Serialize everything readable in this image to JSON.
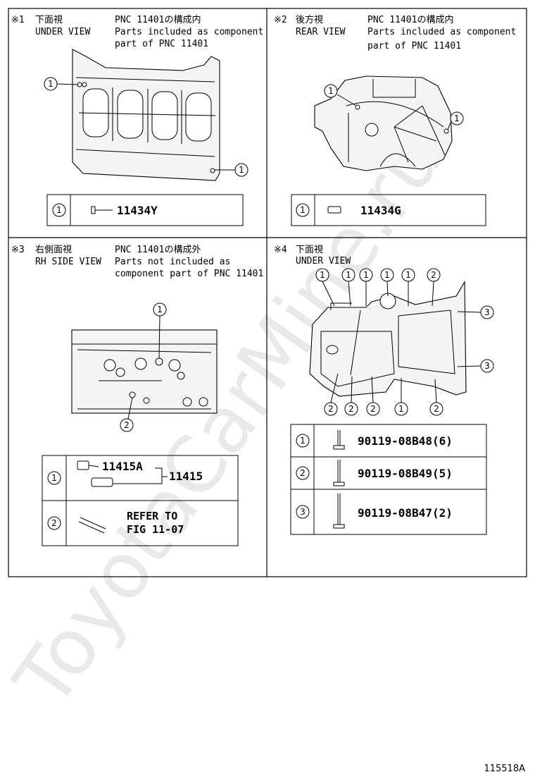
{
  "watermark": "ToyotaCarMine.ru",
  "figure_code": "115518A",
  "panels": [
    {
      "mark": "※1",
      "title_jp": "下面視",
      "title_en": "UNDER VIEW",
      "pnc_jp": "PNC 11401の構成内",
      "note_line1": "Parts included as component",
      "note_line2": "part of PNC 11401",
      "callouts": [
        "1",
        "1"
      ],
      "table": [
        {
          "ref": "1",
          "part": "11434Y"
        }
      ]
    },
    {
      "mark": "※2",
      "title_jp": "後方視",
      "title_en": "REAR VIEW",
      "pnc_jp": "PNC 11401の構成内",
      "note_line1": "Parts included as component",
      "note_line2": "part of PNC 11401",
      "callouts": [
        "1",
        "1"
      ],
      "table": [
        {
          "ref": "1",
          "part": "11434G"
        }
      ]
    },
    {
      "mark": "※3",
      "title_jp": "右側面視",
      "title_en": "RH SIDE VIEW",
      "pnc_jp": "PNC 11401の構成外",
      "note_line1": "Parts not included as",
      "note_line2": "component part of PNC 11401",
      "callouts": [
        "1",
        "2"
      ],
      "table": [
        {
          "ref": "1",
          "part": "11415A",
          "assembly": "11415"
        },
        {
          "ref": "2",
          "line1": "REFER TO",
          "line2": "FIG 11-07"
        }
      ]
    },
    {
      "mark": "※4",
      "title_jp": "下面視",
      "title_en": "UNDER VIEW",
      "callouts_top": [
        "1",
        "1",
        "1",
        "1",
        "1",
        "2"
      ],
      "callouts_right": [
        "3",
        "3"
      ],
      "callouts_bottom": [
        "2",
        "2",
        "2",
        "1",
        "2"
      ],
      "table": [
        {
          "ref": "1",
          "part": "90119-08B48(6)"
        },
        {
          "ref": "2",
          "part": "90119-08B49(5)"
        },
        {
          "ref": "3",
          "part": "90119-08B47(2)"
        }
      ]
    }
  ]
}
